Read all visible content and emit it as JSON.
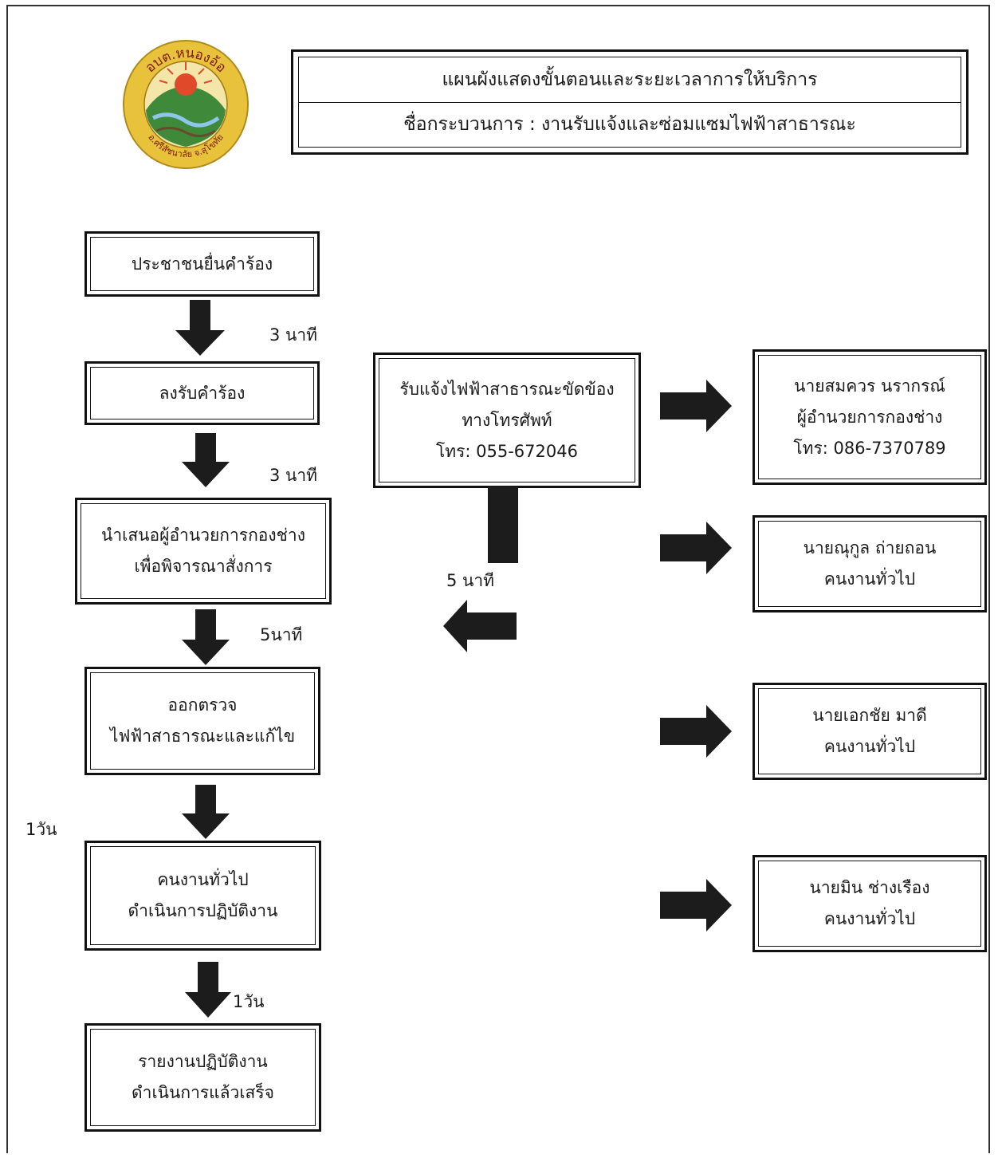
{
  "header": {
    "title": "แผนผังแสดงขั้นตอนและระยะเวลาการให้บริการ",
    "process": "ชื่อกระบวนการ : งานรับแจ้งและซ่อมแซมไฟฟ้าสาธารณะ"
  },
  "seal": {
    "top_text": "อบต.หนองอ้อ",
    "bottom_text": "อ.ศรีสัชนาลัย จ.สุโขทัย"
  },
  "steps": [
    {
      "lines": [
        "ประชาชนยื่นคำร้อง"
      ]
    },
    {
      "lines": [
        "ลงรับคำร้อง"
      ]
    },
    {
      "lines": [
        "นำเสนอผู้อำนวยการกองช่าง",
        "เพื่อพิจารณาสั่งการ"
      ]
    },
    {
      "lines": [
        "ออกตรวจ",
        "ไฟฟ้าสาธารณะและแก้ไข"
      ]
    },
    {
      "lines": [
        "คนงานทั่วไป",
        "ดำเนินการปฏิบัติงาน"
      ]
    },
    {
      "lines": [
        "รายงานปฏิบัติงาน",
        "ดำเนินการแล้วเสร็จ"
      ]
    }
  ],
  "durations": {
    "d1": "3  นาที",
    "d2": "3  นาที",
    "d3": "5นาที",
    "d4": "1วัน",
    "d5": "1วัน",
    "phone_to_flow": "5  นาที"
  },
  "phone_box": {
    "lines": [
      "รับแจ้งไฟฟ้าสาธารณะขัดข้อง",
      "ทางโทรศัพท์",
      "โทร: 055-672046"
    ]
  },
  "staff": [
    {
      "lines": [
        "นายสมควร   นรากรณ์",
        "ผู้อำนวยการกองช่าง",
        "โทร: 086-7370789"
      ]
    },
    {
      "lines": [
        "นายณุกูล   ถ่ายถอน",
        "คนงานทั่วไป"
      ]
    },
    {
      "lines": [
        "นายเอกชัย   มาดี",
        "คนงานทั่วไป"
      ]
    },
    {
      "lines": [
        "นายมิน    ช่างเรือง",
        "คนงานทั่วไป"
      ]
    }
  ],
  "colors": {
    "arrow": "#1c1c1c",
    "seal_ring": "#e8c23a",
    "seal_center": "#3f8a3a"
  }
}
